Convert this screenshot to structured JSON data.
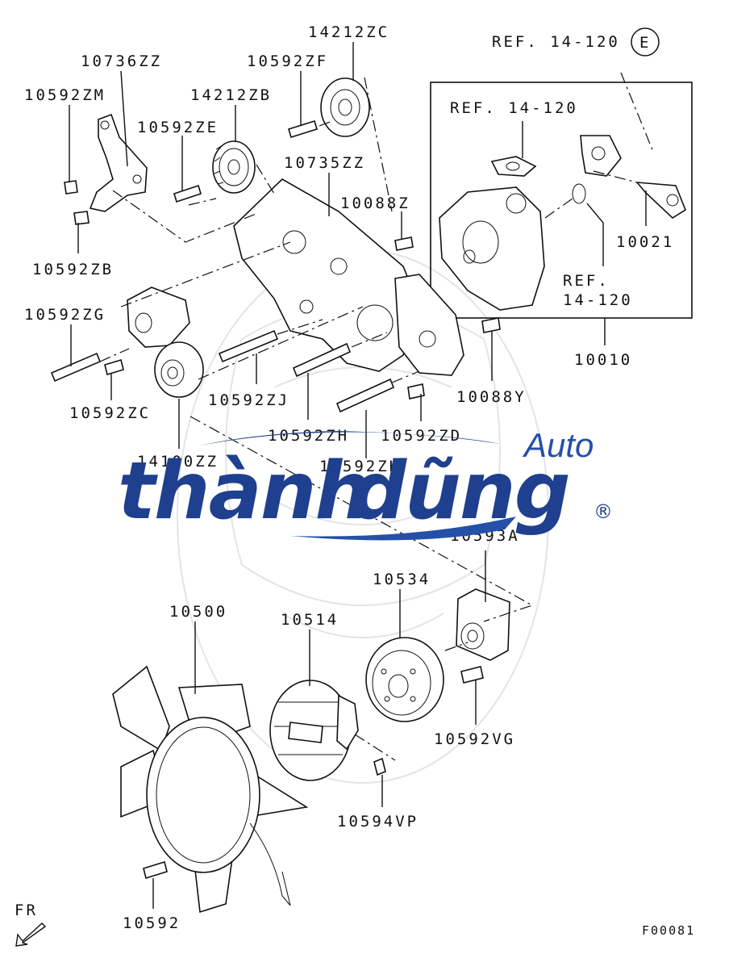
{
  "diagram": {
    "code": "F00081",
    "direction_marker": "FR",
    "circle_marker": "E",
    "labels": {
      "p14212ZC": "14212ZC",
      "p10736ZZ": "10736ZZ",
      "p10592ZF": "10592ZF",
      "p10592ZM": "10592ZM",
      "p14212ZB": "14212ZB",
      "p10592ZE": "10592ZE",
      "p10735ZZ": "10735ZZ",
      "p10088Z": "10088Z",
      "p10592ZB": "10592ZB",
      "p10592ZG": "10592ZG",
      "p10592ZC": "10592ZC",
      "p10592ZJ": "10592ZJ",
      "p10592ZH": "10592ZH",
      "p10592ZD": "10592ZD",
      "p10088Y": "10088Y",
      "p14100ZZ": "14100ZZ",
      "p10592ZK": "10592ZK",
      "p10593A": "10593A",
      "p10534": "10534",
      "p10500": "10500",
      "p10514": "10514",
      "p10592VG": "10592VG",
      "p10594VP": "10594VP",
      "p10592": "10592",
      "p10021": "10021",
      "p10010": "10010",
      "ref_top": "REF. 14-120",
      "ref_inner": "REF. 14-120",
      "ref_side_line1": "REF.",
      "ref_side_line2": "14-120"
    }
  },
  "watermark": {
    "brand_main_a": "thành",
    "brand_main_b": "dũng",
    "brand_auto": "Auto",
    "registered": "®"
  },
  "colors": {
    "brand_blue": "#1f3f8f",
    "brand_blue_light": "#2450a8",
    "line": "#111111"
  }
}
